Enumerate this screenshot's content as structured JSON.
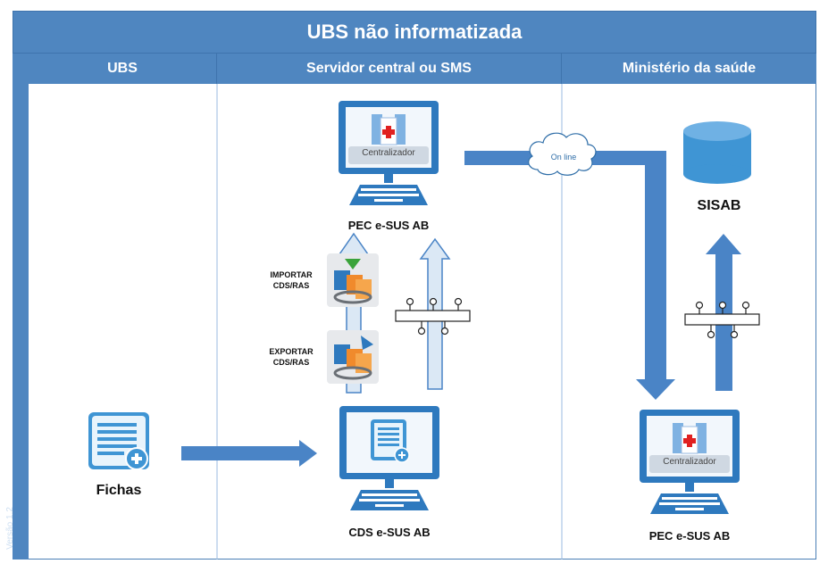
{
  "title": "UBS não informatizada",
  "columns": [
    "UBS",
    "Servidor central ou SMS",
    "Ministério da saúde"
  ],
  "version": "Versão 1.2",
  "nodes": {
    "fichas": "Fichas",
    "cds": "CDS e-SUS AB",
    "pec_central": "PEC e-SUS AB",
    "pec_ms": "PEC e-SUS AB",
    "sisab": "SISAB"
  },
  "screen_label": "Centralizador",
  "actions": {
    "importar": "IMPORTAR CDS/RAS",
    "exportar": "EXPORTAR CDS/RAS"
  },
  "cloud_label": "On line",
  "colors": {
    "header": "#4f86c0",
    "arrow": "#4a84c6",
    "arrow_light": "#dbe8f5"
  }
}
